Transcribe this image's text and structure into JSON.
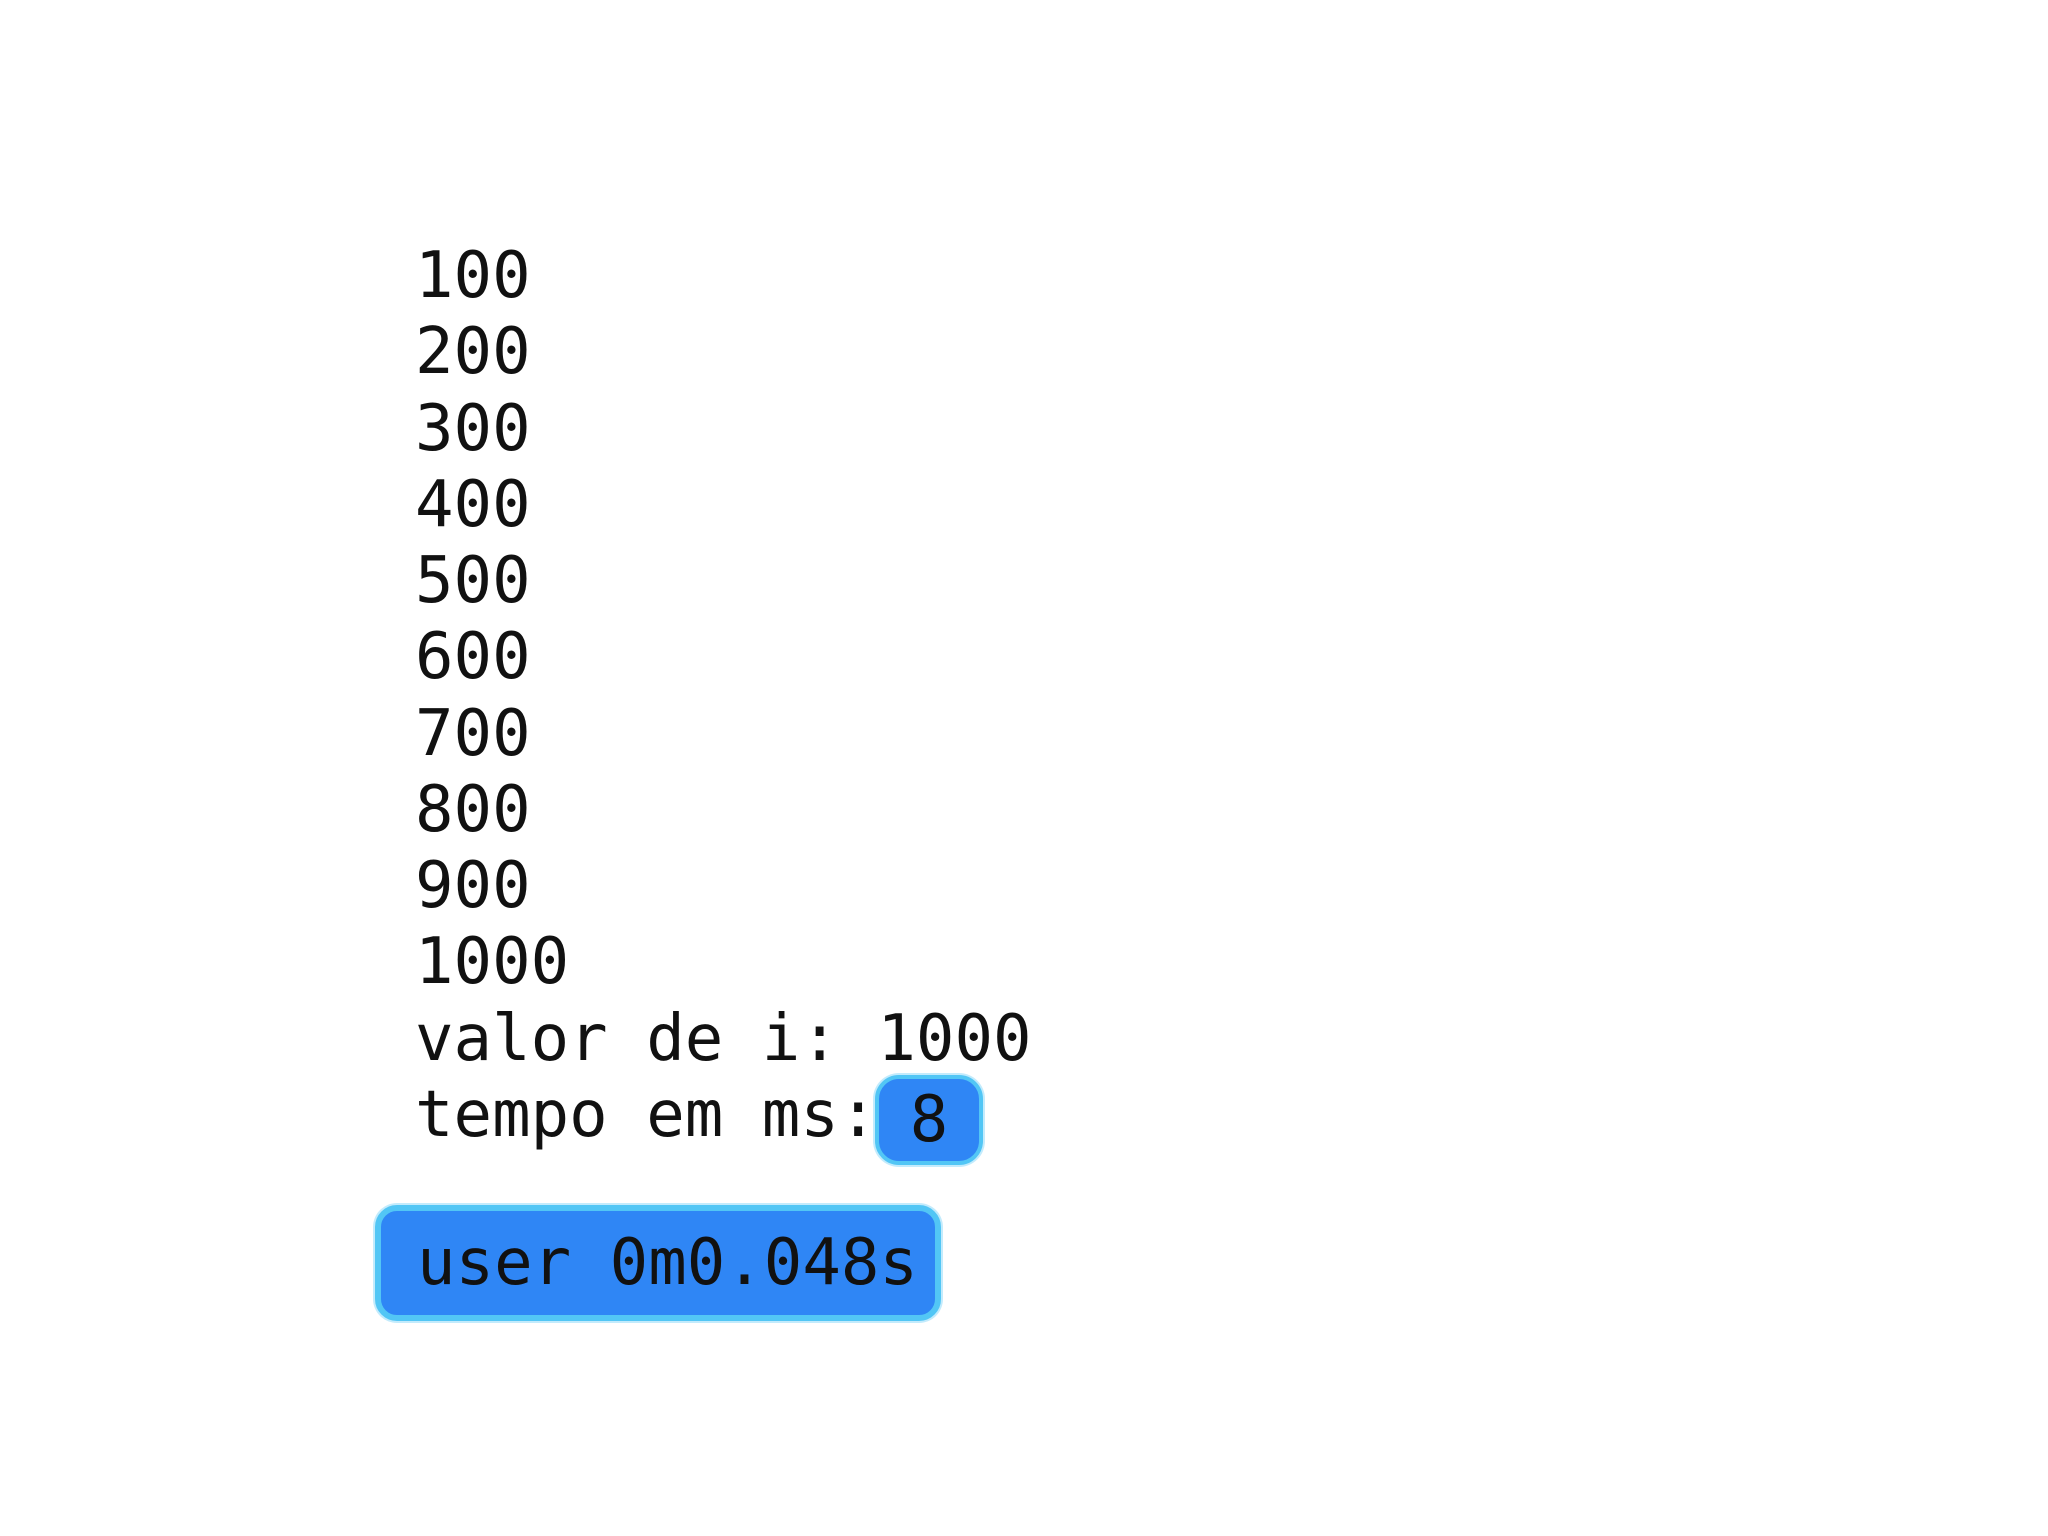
{
  "terminal": {
    "lines": [
      "100",
      "200",
      "300",
      "400",
      "500",
      "600",
      "700",
      "800",
      "900",
      "1000",
      "valor de i: 1000",
      "tempo em ms:"
    ],
    "highlighted_ms_value": "8",
    "user_time_line": "user 0m0.048s"
  },
  "colors": {
    "highlight_fill": "#2f86f5",
    "highlight_outline": "#52c6f5",
    "text": "#111111",
    "background": "#ffffff"
  }
}
